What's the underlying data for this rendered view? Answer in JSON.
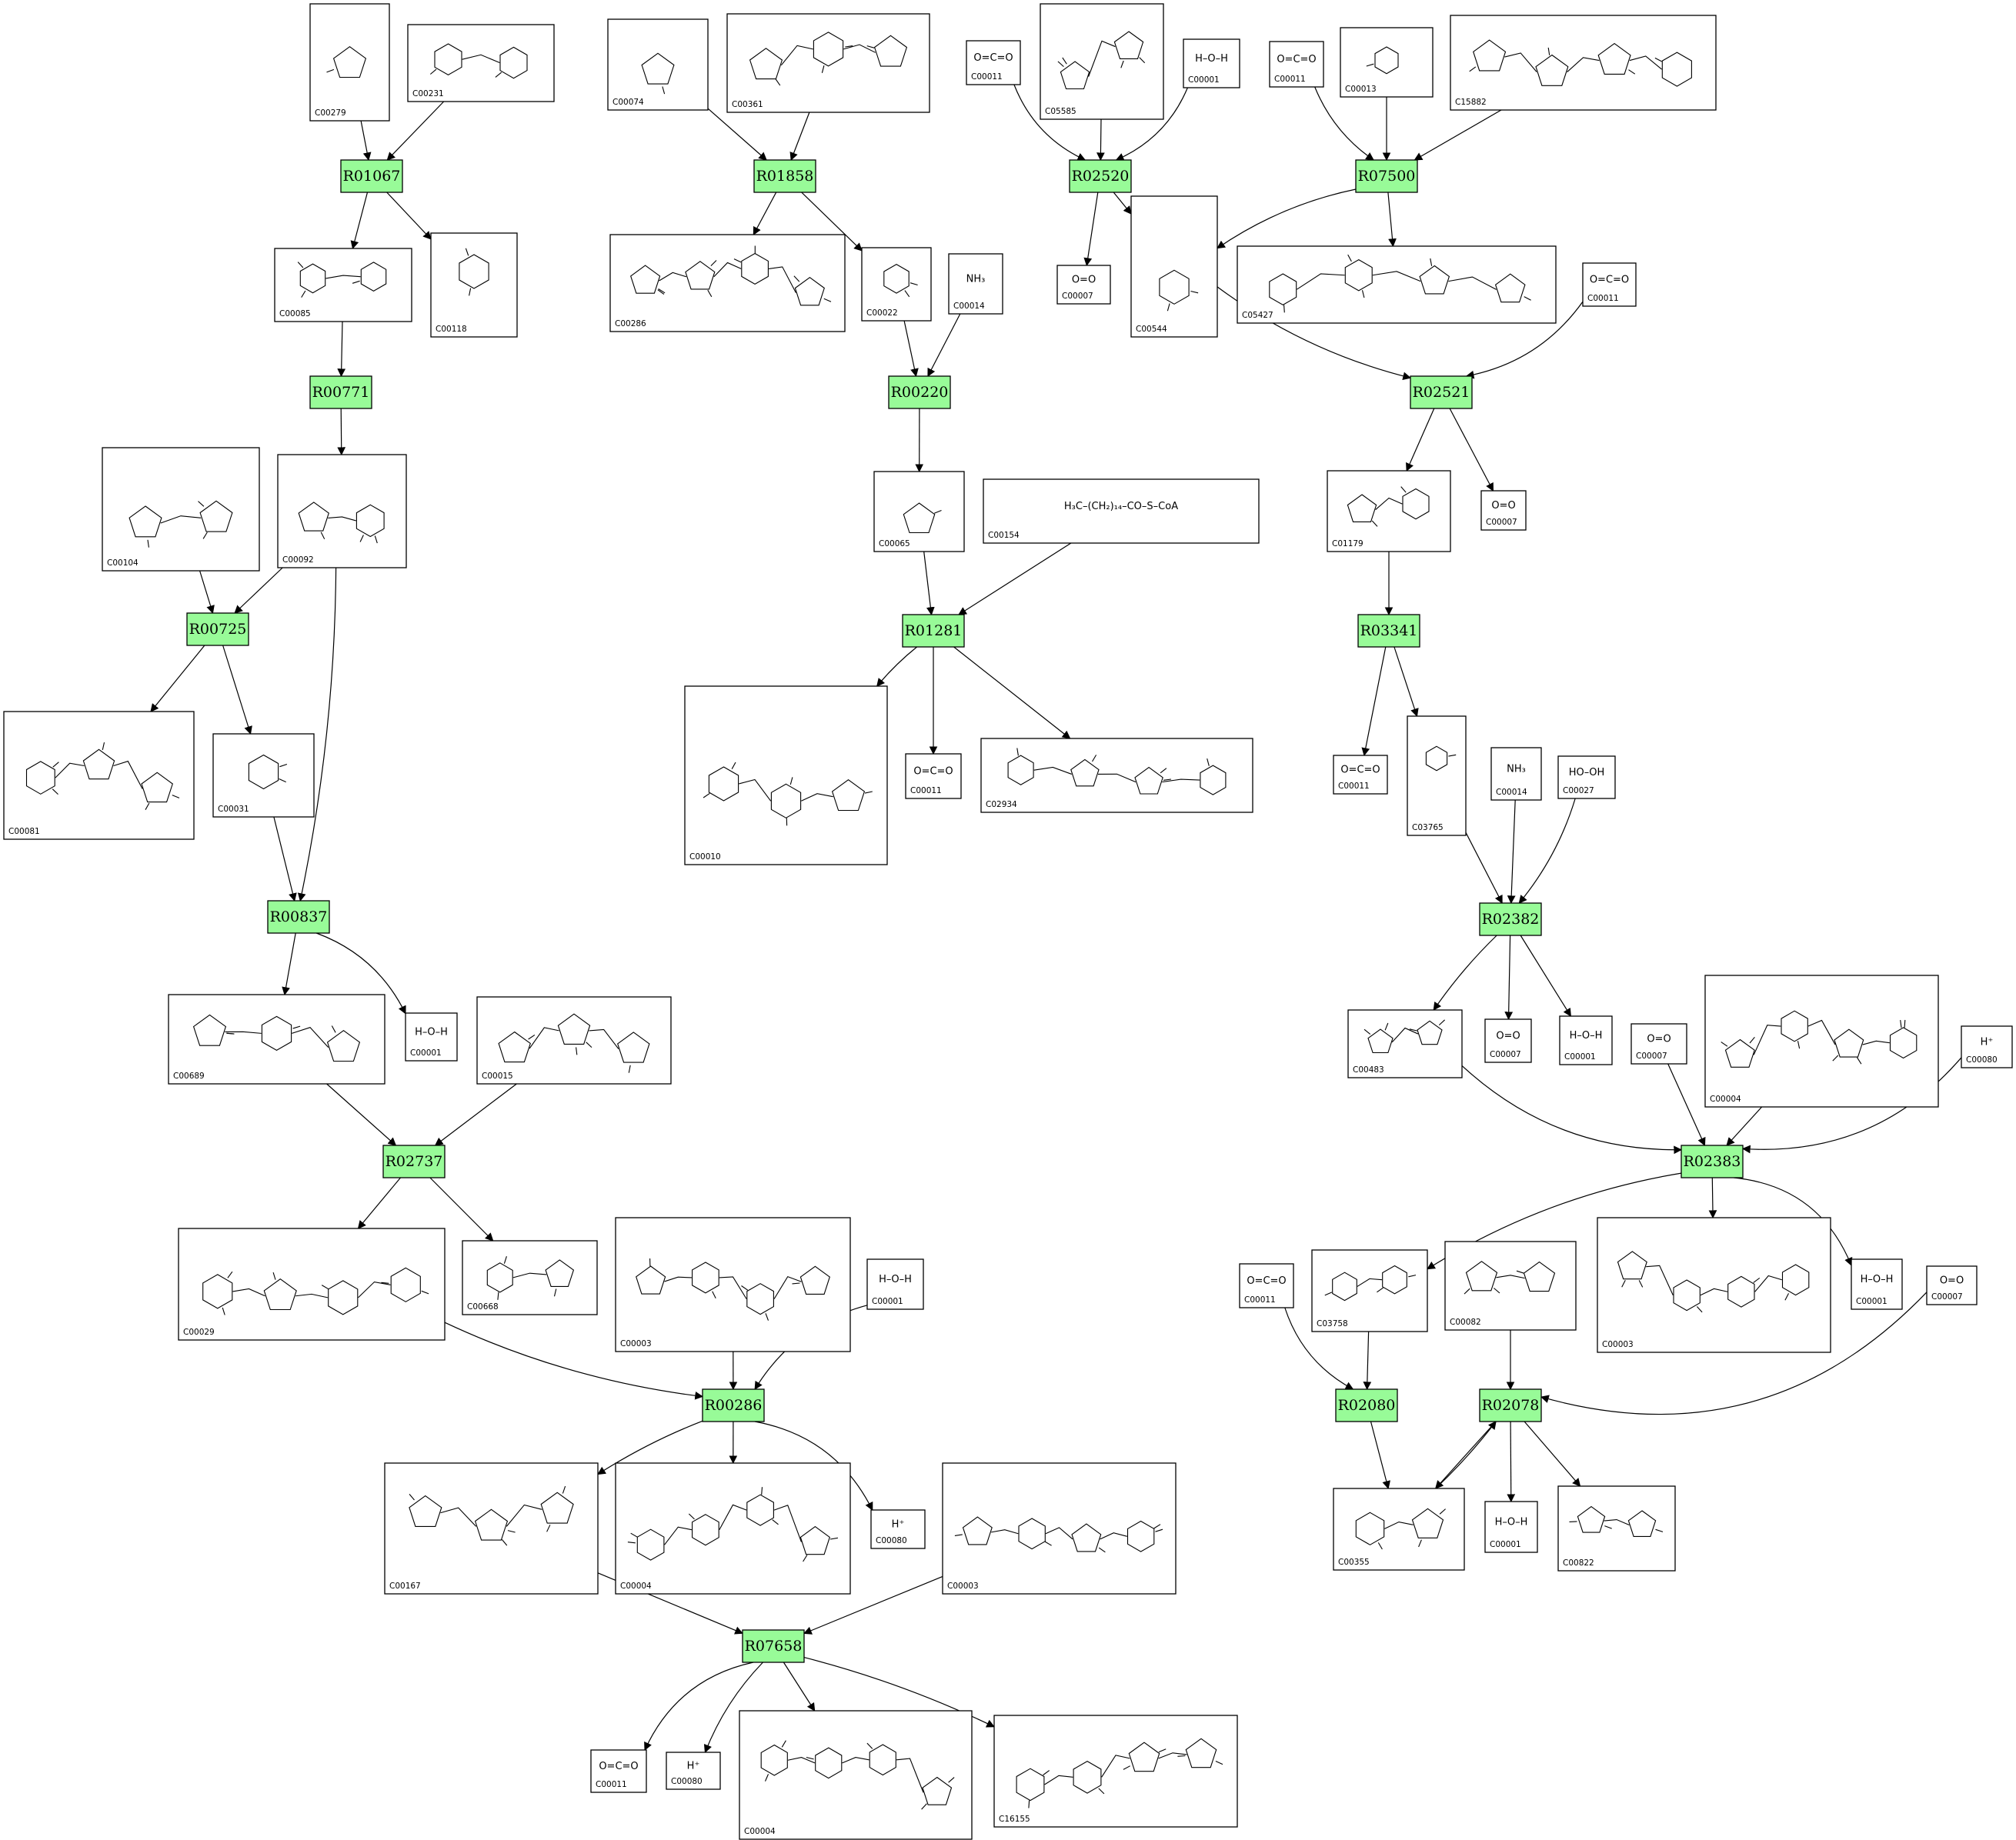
{
  "reactions": [
    "R01067",
    "R00771",
    "R00725",
    "R00837",
    "R02737",
    "R00286",
    "R07658",
    "R01858",
    "R00220",
    "R01281",
    "R02520",
    "R07500",
    "R02521",
    "R03341",
    "R02382",
    "R02383",
    "R02080",
    "R02078"
  ],
  "compounds": [
    {
      "id": "C00279",
      "formula": ""
    },
    {
      "id": "C00231",
      "formula": ""
    },
    {
      "id": "C00085",
      "formula": ""
    },
    {
      "id": "C00118",
      "formula": ""
    },
    {
      "id": "C00104",
      "formula": ""
    },
    {
      "id": "C00092",
      "formula": ""
    },
    {
      "id": "C00081",
      "formula": ""
    },
    {
      "id": "C00031",
      "formula": ""
    },
    {
      "id": "C00689",
      "formula": ""
    },
    {
      "id": "C00001",
      "formula": "H–O–H"
    },
    {
      "id": "C00015",
      "formula": ""
    },
    {
      "id": "C00029",
      "formula": ""
    },
    {
      "id": "C00668",
      "formula": ""
    },
    {
      "id": "C00003",
      "formula": ""
    },
    {
      "id": "C00001",
      "formula": "H–O–H"
    },
    {
      "id": "C00167",
      "formula": ""
    },
    {
      "id": "C00004",
      "formula": ""
    },
    {
      "id": "C00080",
      "formula": "H⁺"
    },
    {
      "id": "C00003",
      "formula": ""
    },
    {
      "id": "C00011",
      "formula": "O=C=O"
    },
    {
      "id": "C00080",
      "formula": "H⁺"
    },
    {
      "id": "C00004",
      "formula": ""
    },
    {
      "id": "C16155",
      "formula": ""
    },
    {
      "id": "C00074",
      "formula": ""
    },
    {
      "id": "C00361",
      "formula": ""
    },
    {
      "id": "C00286",
      "formula": ""
    },
    {
      "id": "C00022",
      "formula": ""
    },
    {
      "id": "C00014",
      "formula": "NH₃"
    },
    {
      "id": "C00065",
      "formula": ""
    },
    {
      "id": "C00154",
      "formula": "H₃C–(CH₂)₁₄–CO–S–CoA"
    },
    {
      "id": "C00010",
      "formula": ""
    },
    {
      "id": "C00011",
      "formula": "O=C=O"
    },
    {
      "id": "C02934",
      "formula": ""
    },
    {
      "id": "C00011",
      "formula": "O=C=O"
    },
    {
      "id": "C05585",
      "formula": ""
    },
    {
      "id": "C00001",
      "formula": "H–O–H"
    },
    {
      "id": "C00011",
      "formula": "O=C=O"
    },
    {
      "id": "C00013",
      "formula": ""
    },
    {
      "id": "C15882",
      "formula": ""
    },
    {
      "id": "C00007",
      "formula": "O=O"
    },
    {
      "id": "C00544",
      "formula": ""
    },
    {
      "id": "C05427",
      "formula": ""
    },
    {
      "id": "C00011",
      "formula": "O=C=O"
    },
    {
      "id": "C01179",
      "formula": ""
    },
    {
      "id": "C00007",
      "formula": "O=O"
    },
    {
      "id": "C00011",
      "formula": "O=C=O"
    },
    {
      "id": "C03765",
      "formula": ""
    },
    {
      "id": "C00014",
      "formula": "NH₃"
    },
    {
      "id": "C00027",
      "formula": "HO–OH"
    },
    {
      "id": "C00483",
      "formula": ""
    },
    {
      "id": "C00007",
      "formula": "O=O"
    },
    {
      "id": "C00001",
      "formula": "H–O–H"
    },
    {
      "id": "C00007",
      "formula": "O=O"
    },
    {
      "id": "C00004",
      "formula": ""
    },
    {
      "id": "C00080",
      "formula": "H⁺"
    },
    {
      "id": "C00011",
      "formula": "O=C=O"
    },
    {
      "id": "C03758",
      "formula": ""
    },
    {
      "id": "C00082",
      "formula": ""
    },
    {
      "id": "C00003",
      "formula": ""
    },
    {
      "id": "C00001",
      "formula": "H–O–H"
    },
    {
      "id": "C00007",
      "formula": "O=O"
    },
    {
      "id": "C00355",
      "formula": ""
    },
    {
      "id": "C00001",
      "formula": "H–O–H"
    },
    {
      "id": "C00822",
      "formula": ""
    }
  ],
  "colors": {
    "reaction_fill": "#98fb98",
    "stroke": "#000000",
    "background": "#ffffff"
  }
}
